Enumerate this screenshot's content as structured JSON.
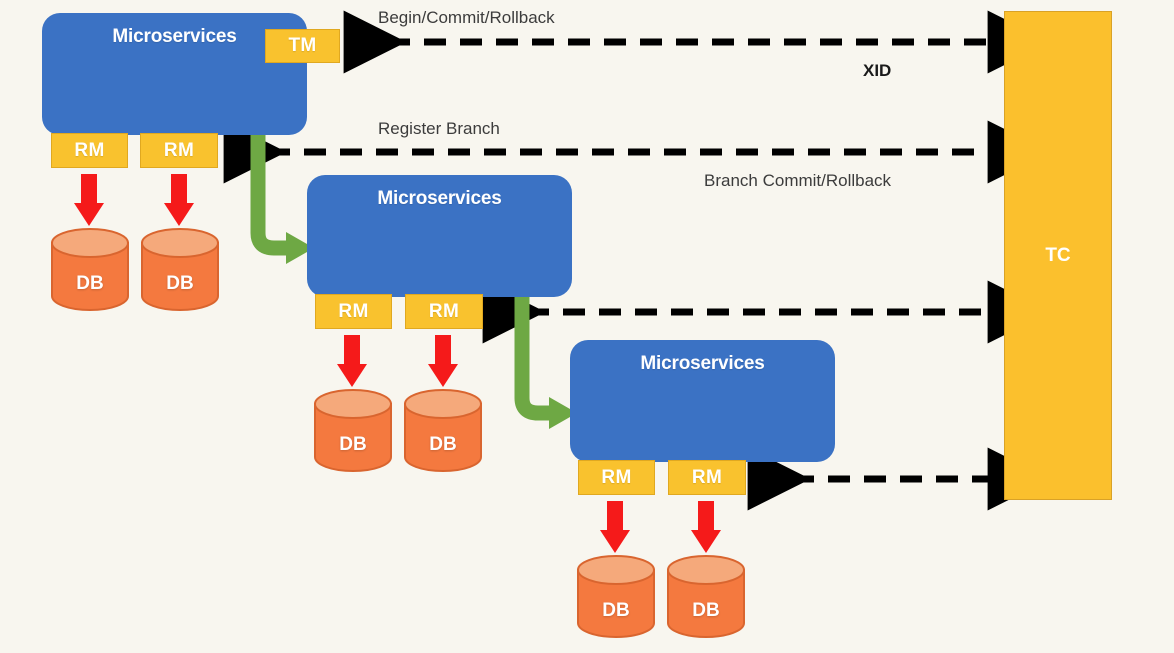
{
  "diagram": {
    "title": "Seata distributed transaction architecture",
    "background_color": "#F8F6EF",
    "colors": {
      "microservice_blue": "#3B72C4",
      "chip_amber": "#F9C22E",
      "tc_amber": "#FBC02D",
      "db_orange": "#F4793F",
      "db_top_orange": "#F5A97B",
      "red_arrow": "#F51A1A",
      "green_arrow": "#6EA844",
      "dashed_black": "#000000",
      "label_text": "#3C3C3C"
    }
  },
  "services": [
    {
      "label": "Microservices",
      "tm": {
        "label": "TM"
      },
      "rms": [
        {
          "label": "RM"
        },
        {
          "label": "RM"
        }
      ],
      "dbs": [
        {
          "label": "DB"
        },
        {
          "label": "DB"
        }
      ]
    },
    {
      "label": "Microservices",
      "rms": [
        {
          "label": "RM"
        },
        {
          "label": "RM"
        }
      ],
      "dbs": [
        {
          "label": "DB"
        },
        {
          "label": "DB"
        }
      ]
    },
    {
      "label": "Microservices",
      "rms": [
        {
          "label": "RM"
        },
        {
          "label": "RM"
        }
      ],
      "dbs": [
        {
          "label": "DB"
        },
        {
          "label": "DB"
        }
      ]
    }
  ],
  "coordinator": {
    "label": "TC"
  },
  "edge_labels": {
    "begin_commit_rollback": "Begin/Commit/Rollback",
    "xid": "XID",
    "register_branch": "Register Branch",
    "branch_commit_rollback": "Branch Commit/Rollback"
  },
  "footer": {
    "clipped_caption": ""
  }
}
